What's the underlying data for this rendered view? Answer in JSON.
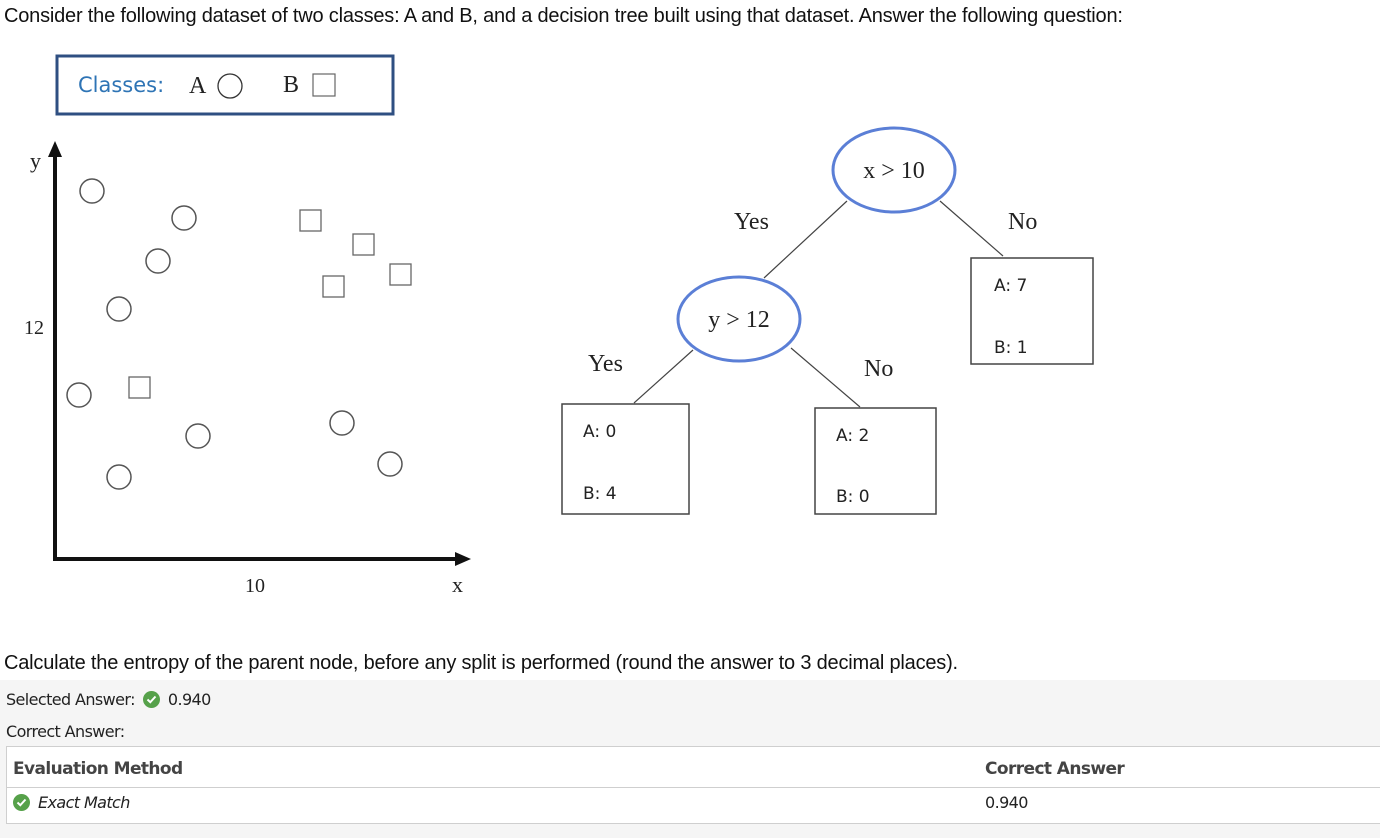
{
  "question": {
    "intro": "Consider the following dataset of two classes: A and B, and a decision tree built using that dataset. Answer the following question:",
    "prompt": "Calculate the entropy of the parent node, before any split is performed (round the answer to 3 decimal places)."
  },
  "legend": {
    "label": "Classes:",
    "class_a": "A",
    "class_b": "B",
    "label_color": "#2e74b5",
    "border_color": "#2f4f82"
  },
  "scatter": {
    "y_axis_label": "y",
    "x_axis_label": "x",
    "y_tick": "12",
    "x_tick": "10"
  },
  "tree": {
    "root": {
      "label": "x > 10"
    },
    "root_yes_label": "Yes",
    "root_no_label": "No",
    "node2": {
      "label": "y > 12"
    },
    "node2_yes_label": "Yes",
    "node2_no_label": "No",
    "leaf_no_root": {
      "a": "A: 7",
      "b": "B: 1"
    },
    "leaf_yes_yes": {
      "a": "A: 0",
      "b": "B: 4"
    },
    "leaf_yes_no": {
      "a": "A: 2",
      "b": "B: 0"
    },
    "node_color": "#5b7fd6"
  },
  "answer": {
    "selected_label": "Selected Answer:",
    "selected_value": "0.940",
    "correct_label": "Correct Answer:",
    "table": {
      "col_method": "Evaluation Method",
      "col_correct": "Correct Answer",
      "method_value": "Exact Match",
      "correct_value": "0.940"
    },
    "check_color": "#56a14a"
  }
}
